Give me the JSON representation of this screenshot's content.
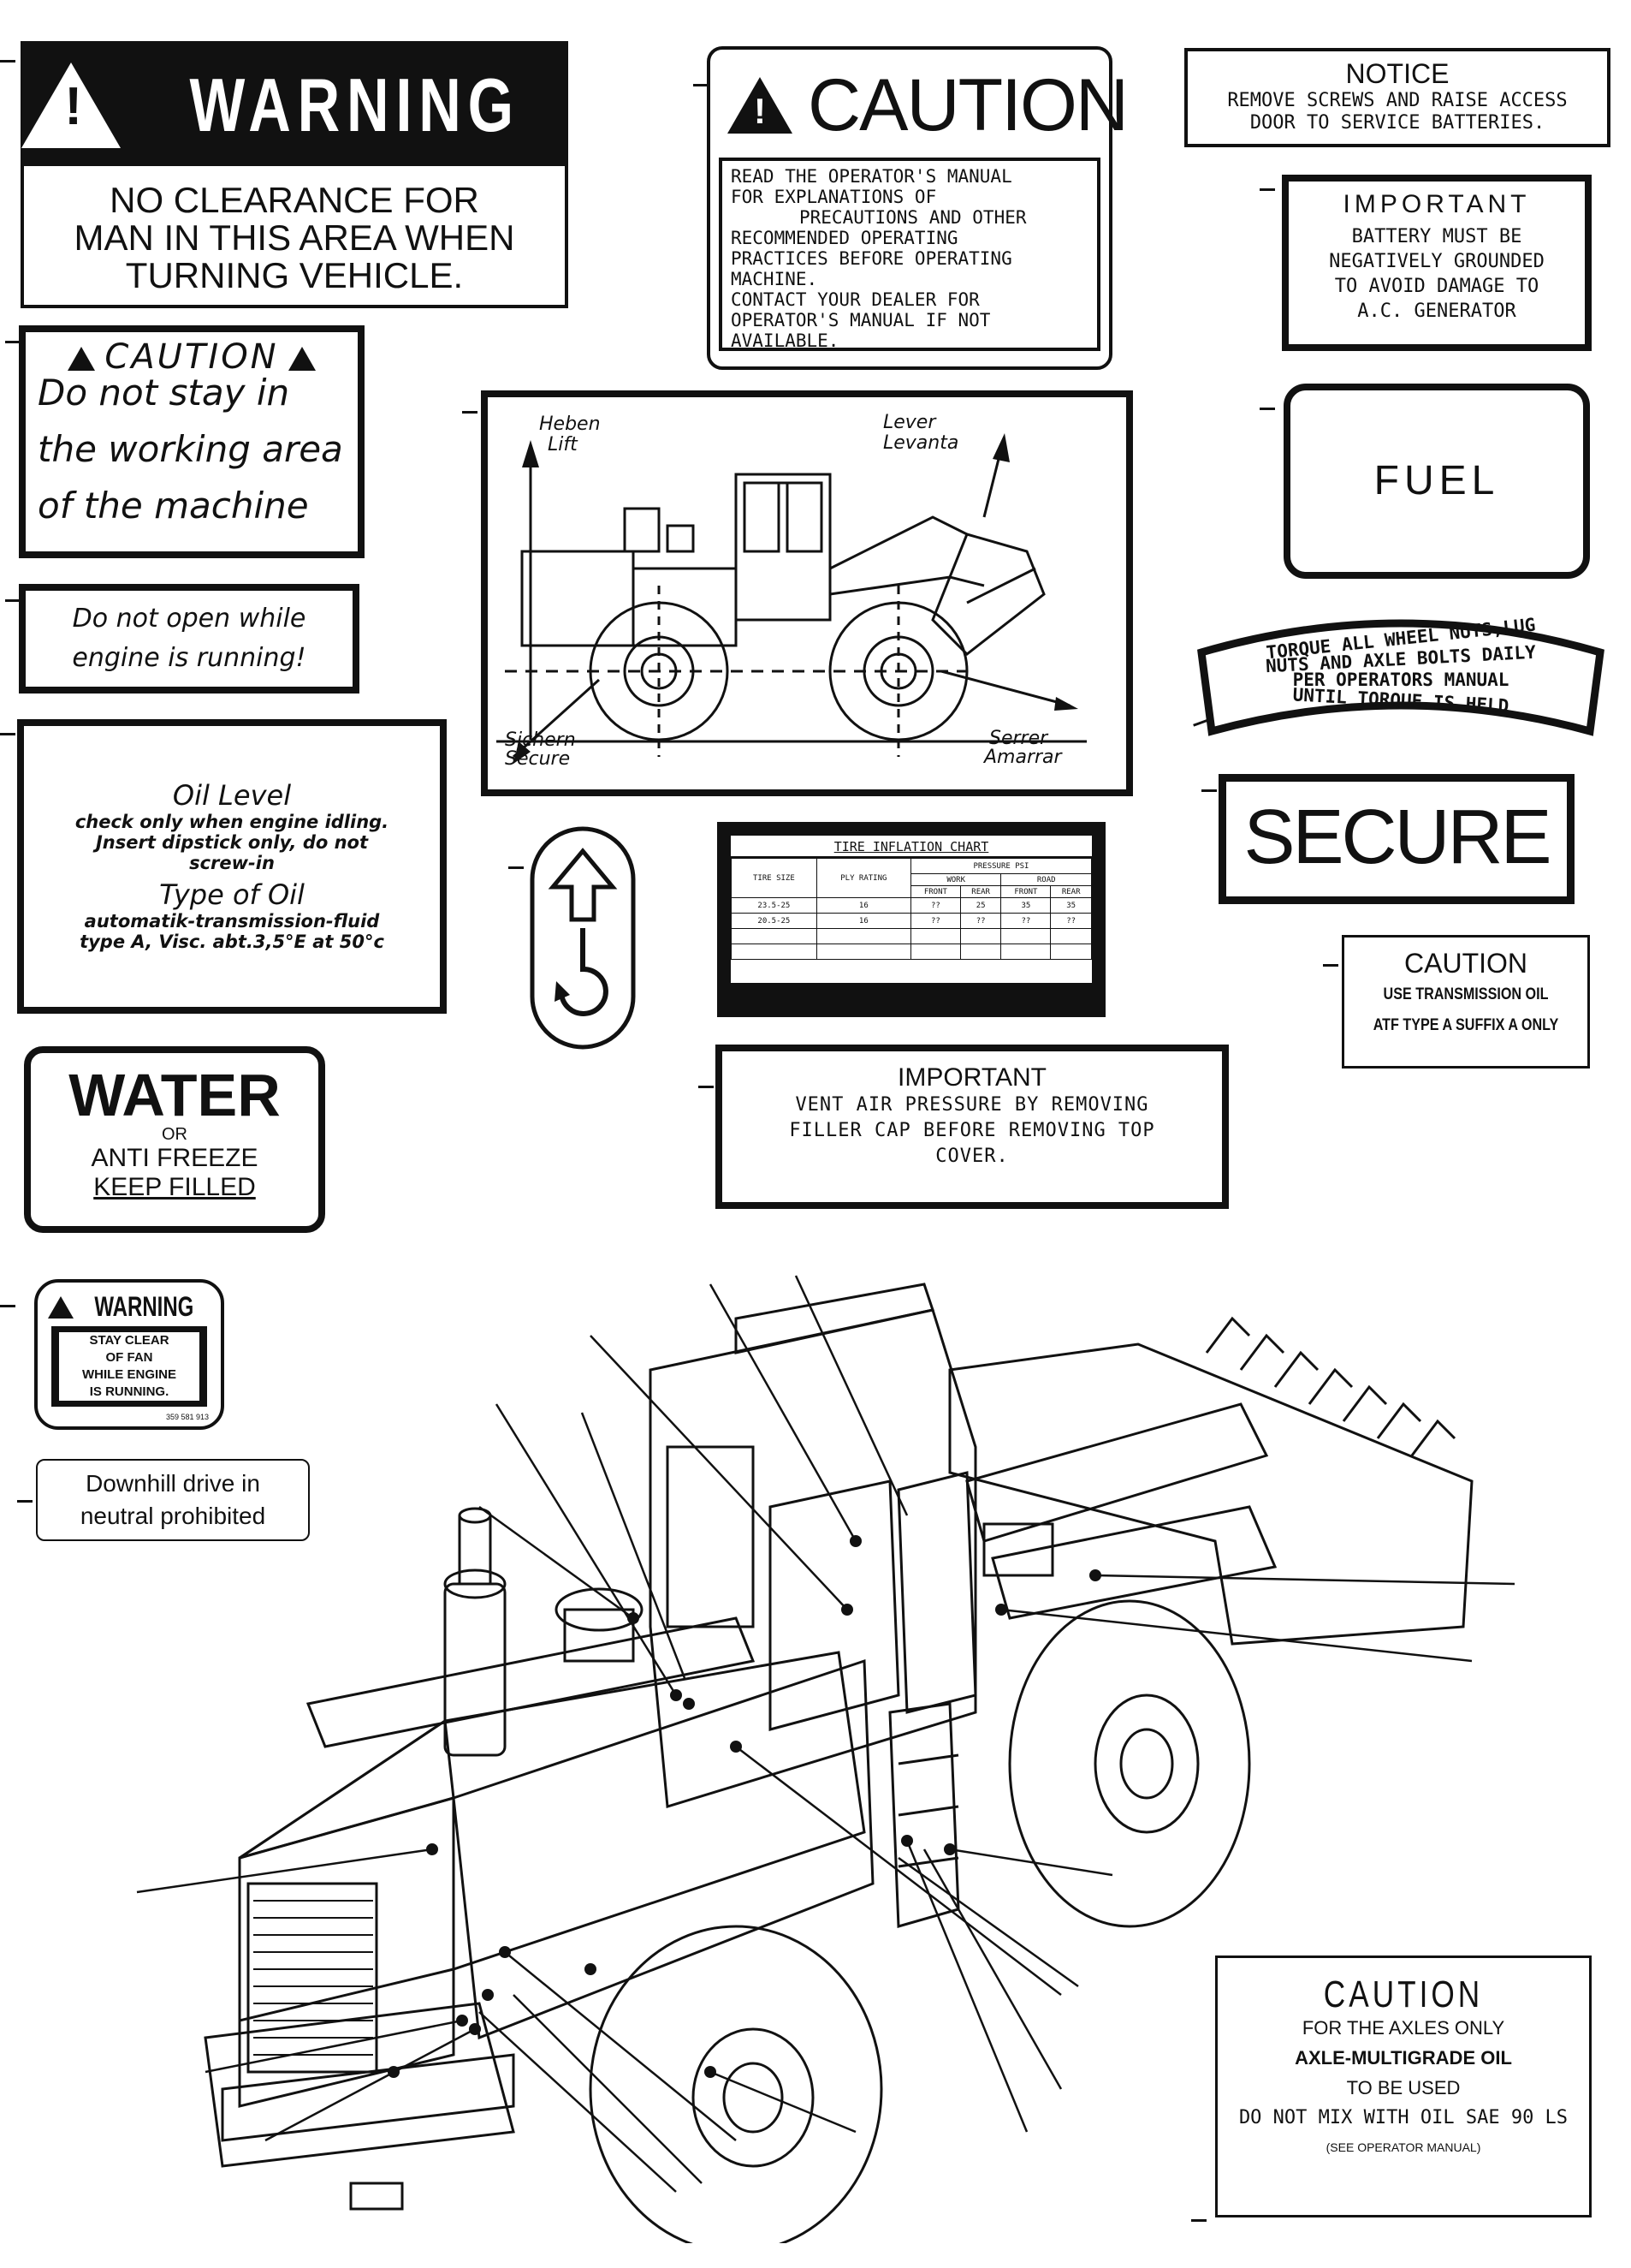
{
  "labels": {
    "warning_turning": {
      "header": "WARNING",
      "lines": [
        "NO CLEARANCE FOR",
        "MAN IN THIS AREA WHEN",
        "TURNING VEHICLE."
      ]
    },
    "caution_manual": {
      "header": "CAUTION",
      "lines": [
        "READ THE OPERATOR'S MANUAL",
        "FOR EXPLANATIONS OF",
        "PRECAUTIONS AND OTHER",
        "RECOMMENDED OPERATING",
        "PRACTICES BEFORE OPERATING",
        "MACHINE.",
        "CONTACT YOUR DEALER FOR",
        "OPERATOR'S MANUAL IF NOT",
        "AVAILABLE."
      ]
    },
    "notice_batteries": {
      "header": "NOTICE",
      "lines": [
        "REMOVE SCREWS AND RAISE ACCESS",
        "DOOR TO SERVICE BATTERIES."
      ]
    },
    "important_battery": {
      "header": "IMPORTANT",
      "lines": [
        "BATTERY MUST BE",
        "NEGATIVELY GROUNDED",
        "TO AVOID DAMAGE TO",
        "A.C. GENERATOR"
      ]
    },
    "caution_working_area": {
      "header": "CAUTION",
      "lines": [
        "Do not stay in",
        "the working area",
        "of the machine"
      ]
    },
    "do_not_open": {
      "lines": [
        "Do not open while",
        "engine is running!"
      ]
    },
    "fuel": {
      "text": "FUEL"
    },
    "torque": {
      "lines": [
        "TORQUE ALL WHEEL NUTS,LUG",
        "NUTS AND AXLE BOLTS DAILY",
        "PER OPERATORS MANUAL",
        "UNTIL TORQUE IS HELD"
      ]
    },
    "lift_diagram": {
      "heben": "Heben",
      "lift": "Lift",
      "lever": "Lever",
      "levanta": "Levanta",
      "sichern": "Sichern",
      "secure": "Secure",
      "serrer": "Serrer",
      "amarrar": "Amarrar"
    },
    "oil_level": {
      "title": "Oil Level",
      "lines1": [
        "check only when engine idling.",
        "Jnsert dipstick only, do not",
        "screw-in"
      ],
      "title2": "Type of Oil",
      "lines2": [
        "automatik-transmission-fluid",
        "type A, Visc. abt.3,5°E at 50°c"
      ]
    },
    "secure": {
      "text": "SECURE"
    },
    "tire_chart": {
      "title": "TIRE INFLATION CHART",
      "col_tire": "TIRE SIZE",
      "col_ply": "PLY RATING",
      "col_pressure": "PRESSURE PSI",
      "col_work": "WORK",
      "col_road": "ROAD",
      "sub": [
        "FRONT",
        "REAR",
        "FRONT",
        "REAR"
      ],
      "rows": [
        [
          "23.5-25",
          "16",
          "??",
          "25",
          "35",
          "35"
        ],
        [
          "20.5-25",
          "16",
          "??",
          "??",
          "??",
          "??"
        ]
      ]
    },
    "caution_transmission": {
      "header": "CAUTION",
      "lines": [
        "USE TRANSMISSION OIL",
        "ATF TYPE A SUFFIX A ONLY"
      ]
    },
    "water": {
      "big": "WATER",
      "or": "OR",
      "anti": "ANTI FREEZE",
      "keep": "KEEP FILLED"
    },
    "important_vent": {
      "header": "IMPORTANT",
      "lines": [
        "VENT AIR PRESSURE BY REMOVING",
        "FILLER CAP BEFORE REMOVING TOP",
        "COVER."
      ]
    },
    "warning_fan": {
      "header": "WARNING",
      "lines": [
        "STAY CLEAR",
        "OF FAN",
        "WHILE ENGINE",
        "IS RUNNING."
      ],
      "part_no": "359 581 913"
    },
    "downhill": {
      "lines": [
        "Downhill drive in",
        "neutral prohibited"
      ]
    },
    "caution_axles": {
      "header": "CAUTION",
      "lines": [
        "FOR THE AXLES ONLY",
        "AXLE-MULTIGRADE OIL",
        "TO BE USED",
        "DO NOT MIX WITH OIL SAE 90 LS",
        "(SEE OPERATOR MANUAL)"
      ]
    }
  }
}
